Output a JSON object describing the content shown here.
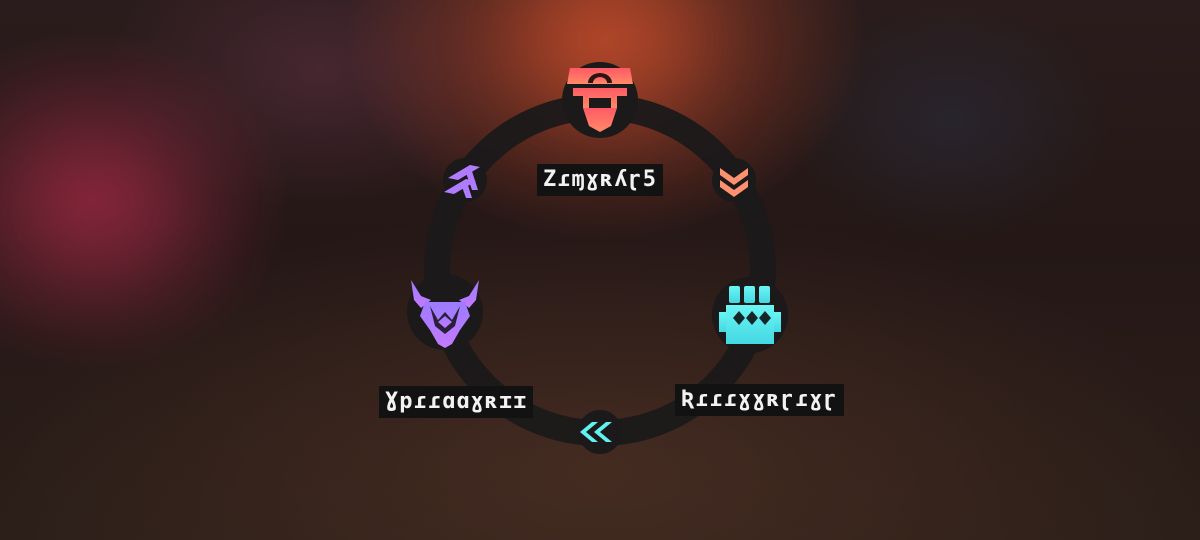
{
  "wheel": {
    "nodes": [
      {
        "id": "top",
        "label": "Zɾɱɣʀʎɽ5",
        "icon": "red-helmet-icon",
        "color": "#ff6b62"
      },
      {
        "id": "right",
        "label": "Ʀɾɾɾɣɣʀɽɾɣɽ",
        "icon": "cyan-fist-icon",
        "color": "#5ff2f0"
      },
      {
        "id": "left",
        "label": "Ɣpɾɾɑɑɣʀɪɪ",
        "icon": "purple-horned-mask-icon",
        "color": "#b07cff"
      }
    ],
    "arrows": [
      {
        "icon": "orange-chevron-icon",
        "color": "#ff8a6a"
      },
      {
        "icon": "cyan-chevron-icon",
        "color": "#5ff2f0"
      },
      {
        "icon": "purple-chevron-icon",
        "color": "#b07cff"
      }
    ],
    "ring_color": "#1c1a1b"
  }
}
